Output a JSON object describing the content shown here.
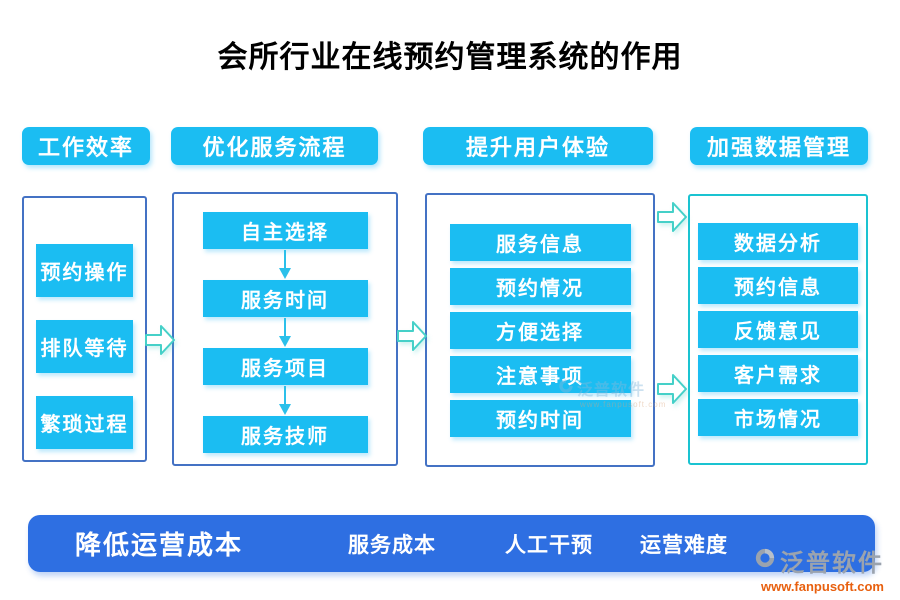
{
  "title": "会所行业在线预约管理系统的作用",
  "columns": [
    {
      "header": "工作效率",
      "items": [
        "预约操作",
        "排队等待",
        "繁琐过程"
      ]
    },
    {
      "header": "优化服务流程",
      "items": [
        "自主选择",
        "服务时间",
        "服务项目",
        "服务技师"
      ]
    },
    {
      "header": "提升用户体验",
      "items": [
        "服务信息",
        "预约情况",
        "方便选择",
        "注意事项",
        "预约时间"
      ]
    },
    {
      "header": "加强数据管理",
      "items": [
        "数据分析",
        "预约信息",
        "反馈意见",
        "客户需求",
        "市场情况"
      ]
    }
  ],
  "bottom_bar": {
    "primary": "降低运营成本",
    "items": [
      "服务成本",
      "人工干预",
      "运营难度"
    ]
  },
  "branding": {
    "logo_text": "泛普软件",
    "website": "www.fanpusoft.com"
  },
  "colors": {
    "box_cyan": "#1bbdf2",
    "container_border_blue": "#4472c4",
    "container_border_teal": "#1ac3d1",
    "flow_arrow_teal": "#45d0c8",
    "bottom_bar_blue": "#2e6fe2",
    "website_orange": "#e8600f",
    "title_color": "#000000"
  }
}
